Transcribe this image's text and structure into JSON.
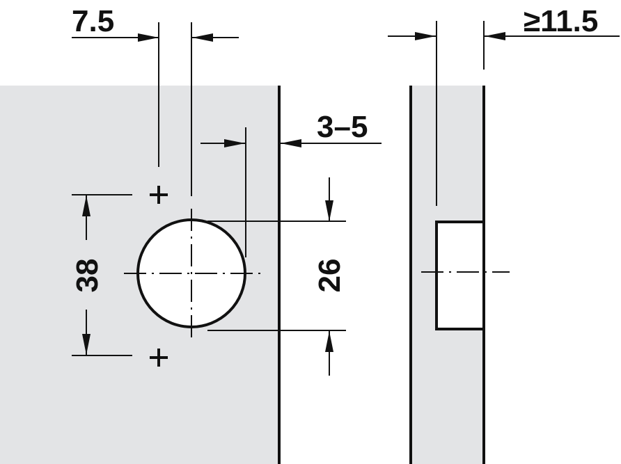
{
  "dimensions": {
    "hole_offset": "7.5",
    "edge_distance": "3–5",
    "min_thickness": "≥11.5",
    "cup_diameter": "26",
    "screw_spacing": "38"
  },
  "colors": {
    "panel_fill": "#e3e4e6",
    "line": "#111111"
  }
}
